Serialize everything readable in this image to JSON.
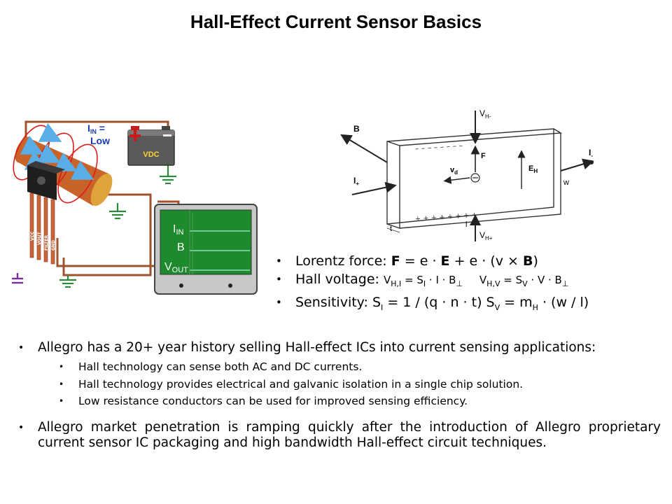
{
  "title": "Hall-Effect Current Sensor Basics",
  "circuit": {
    "iin_label": "I",
    "iin_sub": "IN",
    "iin_suffix": " =",
    "iin_value": "Low",
    "battery_label": "VDC",
    "pin_labels": [
      "VCC",
      "VOUT",
      "FILTER",
      "GND"
    ],
    "scope_i_label": "I",
    "scope_i_sub": "IN",
    "scope_b_label": "B",
    "scope_v_label": "V",
    "scope_v_sub": "OUT",
    "colors": {
      "conductor": "#c8642a",
      "wire": "#a0522d",
      "scope_screen": "#1e8a2e",
      "trace": "#8de0c0",
      "field_lines": "#dd1a1a",
      "arrows": "#5aaee8",
      "label_blue": "#1a3ab0"
    }
  },
  "hall_bar": {
    "B": "B",
    "VH_minus": "V",
    "VH_minus_sub": "H-",
    "VH_plus": "V",
    "VH_plus_sub": "H+",
    "I_minus": "I",
    "I_minus_sub": "-",
    "I_plus": "I",
    "I_plus_sub": "+",
    "F": "F",
    "vd": "v",
    "vd_sub": "d",
    "EH": "E",
    "EH_sub": "H",
    "w": "w",
    "l": "l",
    "t": "t",
    "minus_signs": "–  –  –  –  –  –  –  –",
    "plus_signs": "+   +   +   +   +   +   +   +"
  },
  "equations": {
    "lorentz": {
      "prefix": "Lorentz force: ",
      "F": "F",
      "mid1": " = e · ",
      "E": "E",
      "mid2": " + e · (v × ",
      "B": "B",
      "end": ")"
    },
    "hall_voltage": {
      "prefix": "Hall voltage: ",
      "v1": "V",
      "v1_sub": "H,I",
      "eq1": " = S",
      "s1_sub": "I",
      "rest1": " · I · B",
      "perp": "⊥",
      "v2": "V",
      "v2_sub": "H,V",
      "eq2": " = S",
      "s2_sub": "V",
      "rest2": " · V · B"
    },
    "sensitivity": {
      "prefix": "Sensitivity: S",
      "s1_sub": "I",
      "rest1": " = 1 / (q · n · t) S",
      "s2_sub": "V",
      "rest2": " = m",
      "m_sub": "H",
      "rest3": " · (w / l)"
    }
  },
  "bullets": {
    "b1": "Allegro has a 20+ year history selling Hall-effect ICs into current sensing applications:",
    "sub": [
      "Hall technology can sense both AC and DC currents.",
      "Hall technology provides electrical and galvanic isolation in a single chip solution.",
      "Low resistance conductors can be used for improved sensing efficiency."
    ],
    "b2": "Allegro market penetration is ramping quickly after the introduction of Allegro proprietary current sensor IC packaging and high bandwidth Hall-effect circuit techniques."
  }
}
